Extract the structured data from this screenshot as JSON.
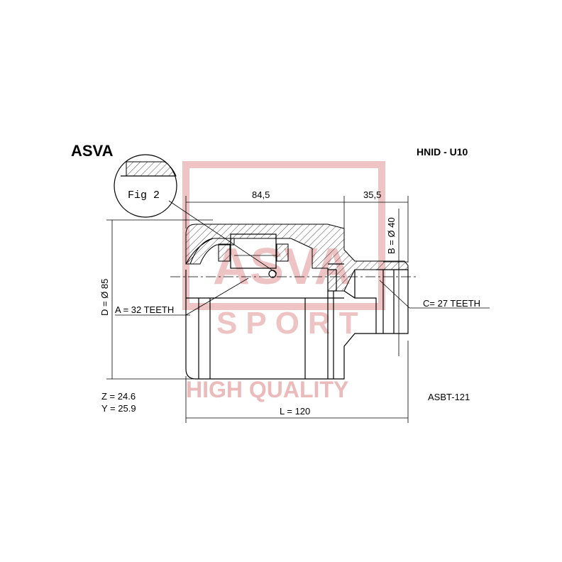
{
  "brand": "ASVA",
  "part_code": "HNID - U10",
  "catalog_code": "ASBT-121",
  "figure_label": "Fig 2",
  "watermark": {
    "logo_text_1": "ASVA",
    "logo_text_2": "SPORT",
    "tagline": "HIGH QUALITY",
    "color": "#e8b0b0"
  },
  "dimensions": {
    "length_front": "84,5",
    "length_rear": "35,5",
    "total_length": "L = 120",
    "outer_diameter": "D = Ø 85",
    "stem_diameter": "B = Ø 40",
    "inner_spline": "A = 32 TEETH",
    "outer_spline": "C= 27 TEETH"
  },
  "params": {
    "z": "Z = 24.6",
    "y": "Y = 25.9"
  }
}
